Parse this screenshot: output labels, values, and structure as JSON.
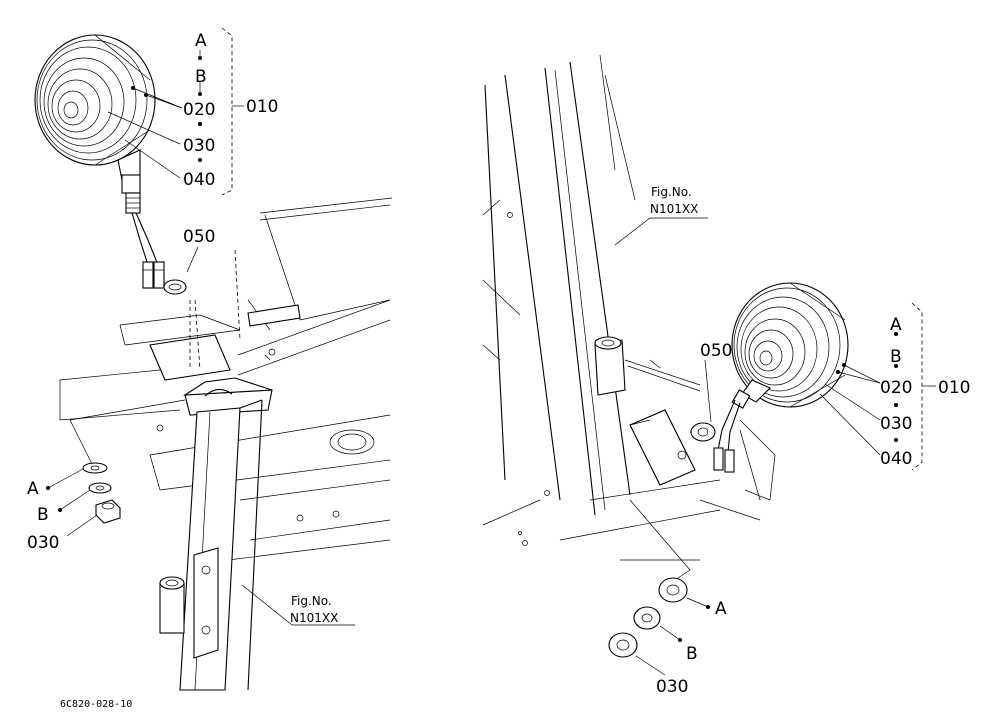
{
  "left_view": {
    "lamp_labels": {
      "a": "A",
      "b": "B",
      "p020": "020",
      "p030": "030",
      "p040": "040",
      "p010": "010",
      "p050": "050"
    },
    "hardware_labels": {
      "a": "A",
      "b": "B",
      "p030": "030"
    },
    "fig_ref": {
      "line1": "Fig.No.",
      "line2": "N101XX"
    }
  },
  "right_view": {
    "lamp_labels": {
      "a": "A",
      "b": "B",
      "p020": "020",
      "p030": "030",
      "p040": "040",
      "p010": "010",
      "p050": "050"
    },
    "hardware_labels": {
      "a": "A",
      "b": "B",
      "p030": "030"
    },
    "fig_ref": {
      "line1": "Fig.No.",
      "line2": "N101XX"
    }
  },
  "drawing_code": "6C820-028-10"
}
